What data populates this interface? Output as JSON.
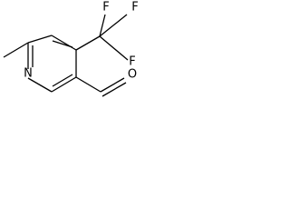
{
  "molecule": {
    "atoms": {
      "nitrogen": "N",
      "oxygen": "O",
      "fluorine_top_left": "F",
      "fluorine_top_right": "F",
      "fluorine_right": "F"
    }
  },
  "colors": {
    "bond": "#000000",
    "label": "#000000",
    "background": "#ffffff"
  }
}
